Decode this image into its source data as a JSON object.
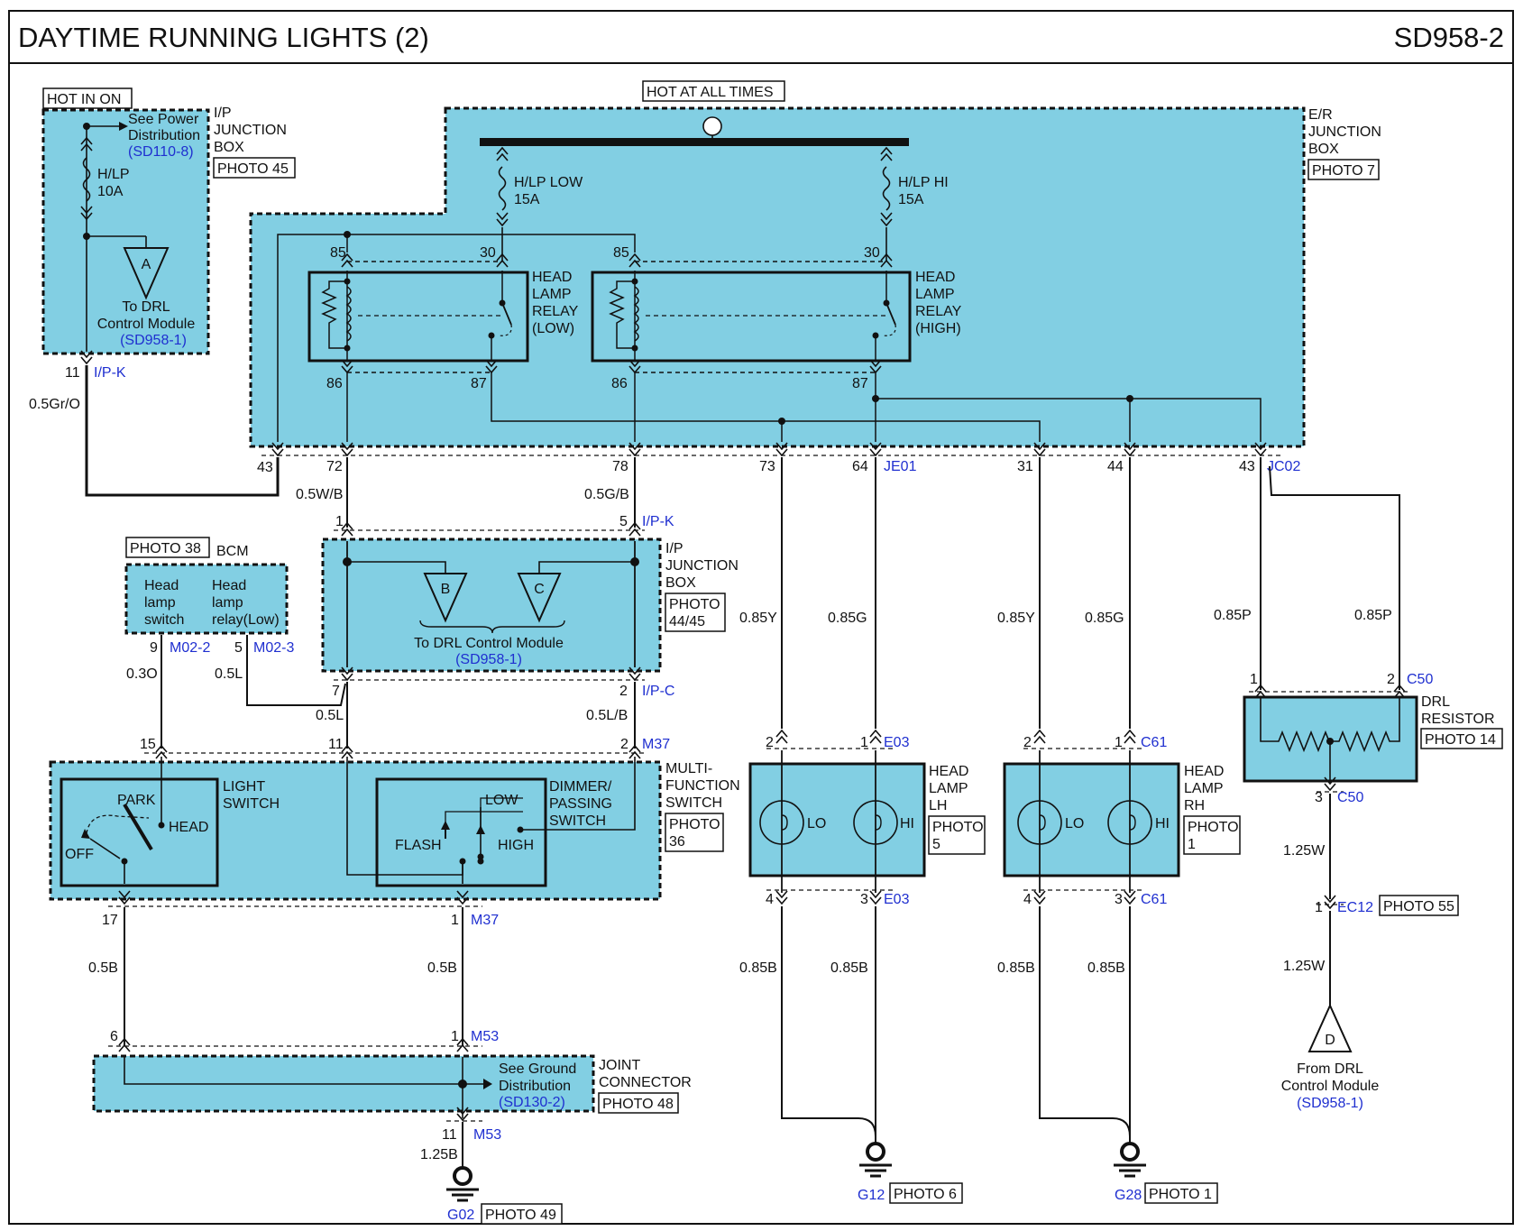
{
  "title": "DAYTIME RUNNING LIGHTS (2)",
  "code": "SD958-2",
  "colors": {
    "component_fill": "#82cfe3",
    "link_blue": "#1f2fd0",
    "line": "#111111"
  },
  "ip_box_top": {
    "hot_label": "HOT IN ON",
    "name": [
      "I/P",
      "JUNCTION",
      "BOX"
    ],
    "photo": "PHOTO 45",
    "see": [
      "See Power",
      "Distribution"
    ],
    "see_ref": "(SD110-8)",
    "fuse": [
      "H/LP",
      "10A"
    ],
    "conn_a": "A",
    "to_drl": [
      "To DRL",
      "Control Module"
    ],
    "to_drl_ref": "(SD958-1)",
    "pin": "11",
    "connector": "I/P-K",
    "wire": "0.5Gr/O"
  },
  "er_box": {
    "hot_label": "HOT AT ALL TIMES",
    "name": [
      "E/R",
      "JUNCTION",
      "BOX"
    ],
    "photo": "PHOTO 7",
    "fuse_low": [
      "H/LP LOW",
      "15A"
    ],
    "fuse_hi": [
      "H/LP HI",
      "15A"
    ],
    "relay_low": [
      "HEAD",
      "LAMP",
      "RELAY",
      "(LOW)"
    ],
    "relay_high": [
      "HEAD",
      "LAMP",
      "RELAY",
      "(HIGH)"
    ],
    "relay_pins": [
      "85",
      "30",
      "86",
      "87"
    ],
    "bottom_pins": [
      "43",
      "72",
      "78",
      "73",
      "64",
      "31",
      "44",
      "43"
    ],
    "conn_je01": "JE01",
    "conn_jc02": "JC02"
  },
  "wires_mid": [
    "0.5W/B",
    "0.5G/B",
    "0.85Y",
    "0.85G",
    "0.85Y",
    "0.85G",
    "0.85P",
    "0.85P"
  ],
  "ip_box_mid": {
    "name": [
      "I/P",
      "JUNCTION",
      "BOX"
    ],
    "photo": [
      "PHOTO",
      "44/45"
    ],
    "conn_b": "B",
    "conn_c": "C",
    "to_drl": "To DRL Control Module",
    "to_drl_ref": "(SD958-1)",
    "pins": [
      "1",
      "5",
      "7",
      "2"
    ],
    "conn_top": "I/P-K",
    "conn_bottom": "I/P-C"
  },
  "bcm": {
    "photo": "PHOTO 38",
    "name": "BCM",
    "item1": [
      "Head",
      "lamp",
      "switch"
    ],
    "item2": [
      "Head",
      "lamp",
      "relay(Low)"
    ],
    "pin1": "9",
    "conn1": "M02-2",
    "pin2": "5",
    "conn2": "M02-3",
    "wire1": "0.3O",
    "wire2": "0.5L"
  },
  "wires_lower": [
    "0.5L",
    "0.5L/B"
  ],
  "mfs": {
    "name": [
      "MULTI-",
      "FUNCTION",
      "SWITCH"
    ],
    "photo": [
      "PHOTO",
      "36"
    ],
    "light_switch": [
      "LIGHT",
      "SWITCH"
    ],
    "park": "PARK",
    "head": "HEAD",
    "off": "OFF",
    "dimmer": [
      "DIMMER/",
      "PASSING",
      "SWITCH"
    ],
    "low": "LOW",
    "flash": "FLASH",
    "high": "HIGH",
    "top_pins": [
      "15",
      "11",
      "2"
    ],
    "top_conn": "M37",
    "bottom_pins": [
      "17",
      "1"
    ],
    "bottom_conn": "M37",
    "wire_left": "0.5B",
    "wire_right": "0.5B"
  },
  "joint": {
    "name": [
      "JOINT",
      "CONNECTOR"
    ],
    "photo": "PHOTO 48",
    "see": [
      "See Ground",
      "Distribution"
    ],
    "see_ref": "(SD130-2)",
    "pin_left": "6",
    "pin_right": "1",
    "conn": "M53",
    "out_pin": "11",
    "out_conn": "M53",
    "wire": "1.25B",
    "ground": "G02",
    "ground_photo": "PHOTO 49"
  },
  "lamp_lh": {
    "name": [
      "HEAD",
      "LAMP",
      "LH"
    ],
    "photo": [
      "PHOTO",
      "5"
    ],
    "lo": "LO",
    "hi": "HI",
    "top_pins": [
      "2",
      "1"
    ],
    "bottom_pins": [
      "4",
      "3"
    ],
    "conn": "E03",
    "wires": [
      "0.85B",
      "0.85B"
    ],
    "ground": "G12",
    "ground_photo": "PHOTO 6"
  },
  "lamp_rh": {
    "name": [
      "HEAD",
      "LAMP",
      "RH"
    ],
    "photo": [
      "PHOTO",
      "1"
    ],
    "lo": "LO",
    "hi": "HI",
    "top_pins": [
      "2",
      "1"
    ],
    "bottom_pins": [
      "4",
      "3"
    ],
    "conn": "C61",
    "wires": [
      "0.85B",
      "0.85B"
    ],
    "ground": "G28",
    "ground_photo": "PHOTO 1"
  },
  "resistor": {
    "name": [
      "DRL",
      "RESISTOR"
    ],
    "photo": "PHOTO 14",
    "pins": [
      "1",
      "2",
      "3"
    ],
    "conn": "C50",
    "wire": "1.25W",
    "conn2_pin": "1",
    "conn2": "EC12",
    "conn2_photo": "PHOTO 55",
    "wire2": "1.25W",
    "conn_d": "D",
    "from": [
      "From DRL",
      "Control Module"
    ],
    "from_ref": "(SD958-1)"
  }
}
